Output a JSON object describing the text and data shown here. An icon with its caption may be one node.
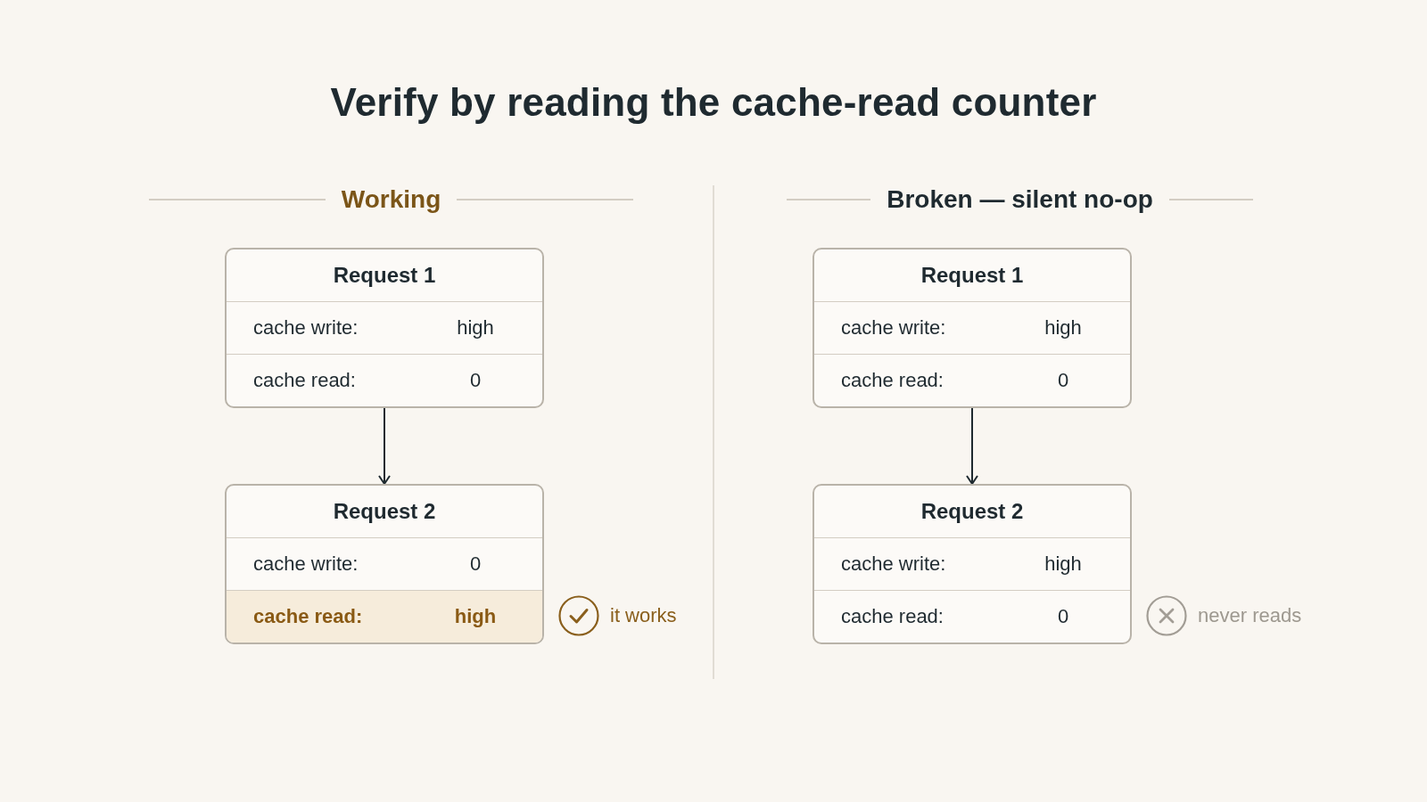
{
  "diagram": {
    "title": "Verify by reading the cache-read counter",
    "nodes": [
      {
        "text": [
          "Request 1",
          "cache write:",
          "high",
          "cache read:",
          "0"
        ]
      },
      {
        "text": [
          "Request 2",
          "cache write:",
          "0",
          "cache read:",
          "high"
        ],
        "beside": [
          "it works"
        ]
      },
      {
        "text": [
          "Request 1",
          "cache write:",
          "high",
          "cache read:",
          "0"
        ]
      },
      {
        "text": [
          "Request 2",
          "cache write:",
          "high",
          "cache read:",
          "0"
        ],
        "beside": [
          "never reads"
        ]
      }
    ],
    "edges": [
      {
        "from": 0,
        "to": 1,
        "arrow": "to"
      },
      {
        "from": 2,
        "to": 3,
        "arrow": "to"
      }
    ],
    "labels": [
      "Working",
      "Broken — silent no-op"
    ]
  }
}
